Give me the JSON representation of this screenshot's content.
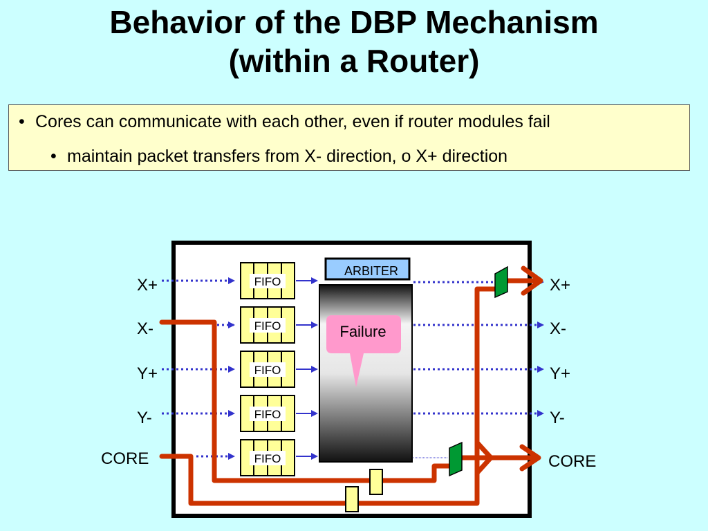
{
  "title": {
    "line1": "Behavior of the DBP Mechanism",
    "line2": "(within a Router)"
  },
  "bullets": [
    {
      "text": "Cores can communicate with each other, even if router modules fail",
      "marker": "•"
    },
    {
      "text": "maintain packet transfers from X- direction, o X+ direction",
      "marker": "•"
    }
  ],
  "router": {
    "inputs": [
      "X+",
      "X-",
      "Y+",
      "Y-",
      "CORE"
    ],
    "outputs": [
      "X+",
      "X-",
      "Y+",
      "Y-",
      "CORE"
    ],
    "fifo_label": "FIFO",
    "arbiter_label": "ARBITER",
    "failure_label": "Failure"
  },
  "colors": {
    "background": "#ccffff",
    "bullet_box": "#ffffcc",
    "dotted_link": "#3333cc",
    "bypass_path": "#cc3300",
    "fifo_fill": "#ffff99",
    "arbiter_fill": "#99ccff",
    "failure_callout": "#ff99cc",
    "mux_fill": "#009933"
  }
}
